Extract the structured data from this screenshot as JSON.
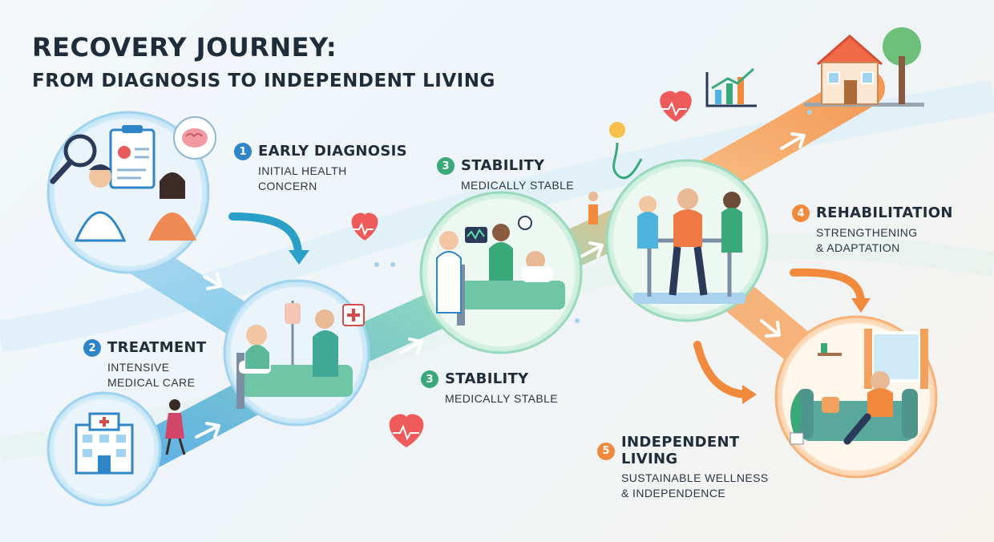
{
  "title": {
    "line1": "RECOVERY JOURNEY:",
    "line2": "FROM DIAGNOSIS TO INDEPENDENT LIVING"
  },
  "stages": [
    {
      "number": "1",
      "name": "EARLY DIAGNOSIS",
      "description": "INITIAL HEALTH\nCONCERN",
      "color": "#2f86c7"
    },
    {
      "number": "2",
      "name": "TREATMENT",
      "description": "INTENSIVE\nMEDICAL CARE",
      "color": "#2f86c7"
    },
    {
      "number": "3",
      "name": "STABILITY",
      "description": "MEDICALLY STABLE",
      "color": "#3aa97a"
    },
    {
      "number": "3",
      "name": "STABILITY",
      "description": "MEDICALLY STABLE",
      "color": "#3aa97a"
    },
    {
      "number": "4",
      "name": "REHABILITATION",
      "description": "STRENGTHENING\n& ADAPTATION",
      "color": "#ef8a3c"
    },
    {
      "number": "5",
      "name": "INDEPENDENT\nLIVING",
      "description": "SUSTAINABLE WELLNESS\n& INDEPENDENCE",
      "color": "#ef8a3c"
    }
  ],
  "icons": [
    "doctor-consult-icon",
    "hospital-bed-icon",
    "ward-bed-icon",
    "rehab-bars-icon",
    "living-room-icon",
    "house-icon",
    "hospital-building-icon",
    "heart-icon",
    "growth-chart-icon",
    "lightbulb-icon",
    "brain-icon",
    "magnifier-icon"
  ],
  "colors": {
    "blue": "#2f86c7",
    "green": "#3aa97a",
    "orange": "#ef8a3c",
    "text": "#1f2c3a"
  }
}
